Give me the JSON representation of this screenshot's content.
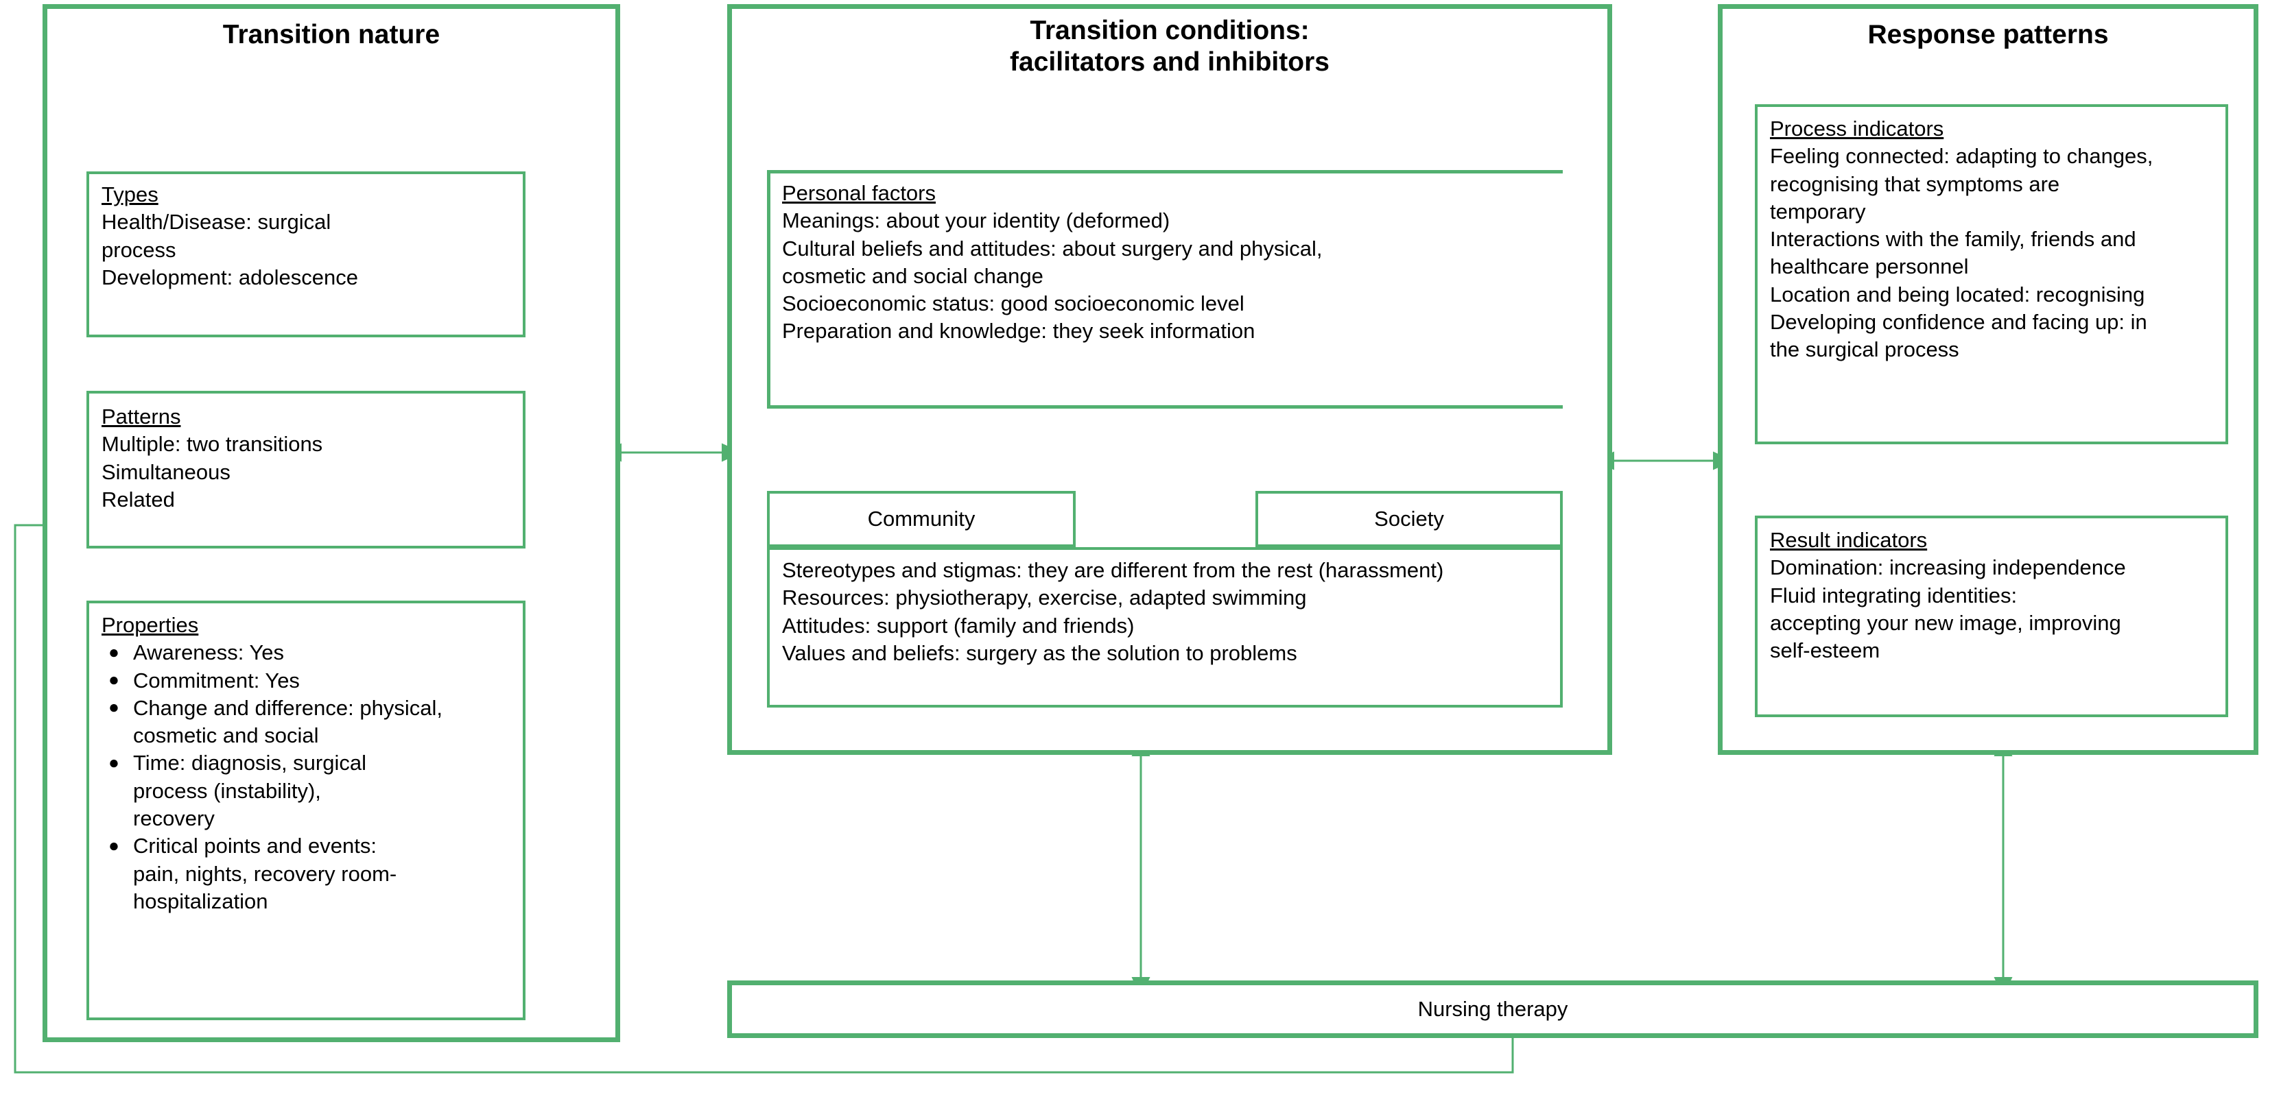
{
  "theme": {
    "accent": "#52b070",
    "text": "#000000",
    "background": "#ffffff"
  },
  "panels": {
    "left": {
      "title": "Transition nature",
      "boxes": [
        {
          "name": "types",
          "heading": "Types",
          "lines": [
            "Health/Disease: surgical",
            "process",
            "Development: adolescence"
          ]
        },
        {
          "name": "patterns",
          "heading": "Patterns",
          "lines": [
            "Multiple: two transitions",
            "Simultaneous",
            "Related"
          ]
        },
        {
          "name": "properties",
          "heading": "Properties",
          "bullets": [
            [
              "Awareness: Yes"
            ],
            [
              "Commitment: Yes"
            ],
            [
              "Change and difference: physical,",
              "cosmetic and social"
            ],
            [
              "Time: diagnosis, surgical",
              "process (instability),",
              "recovery"
            ],
            [
              "Critical points and events:",
              "pain, nights, recovery room-",
              "hospitalization"
            ]
          ]
        }
      ]
    },
    "middle": {
      "title_line1": "Transition conditions:",
      "title_line2": "facilitators and inhibitors",
      "boxes": [
        {
          "name": "personal-factors",
          "heading": "Personal factors",
          "lines": [
            "Meanings: about your identity (deformed)",
            "Cultural beliefs and attitudes: about surgery and physical,",
            "cosmetic and social change",
            "Socioeconomic status: good socioeconomic level",
            "Preparation and knowledge: they seek information"
          ]
        },
        {
          "name": "community",
          "label": "Community"
        },
        {
          "name": "society",
          "label": "Society"
        },
        {
          "name": "community-society-detail",
          "lines": [
            "Stereotypes and stigmas: they are different from the rest (harassment)",
            "Resources: physiotherapy, exercise, adapted swimming",
            "Attitudes: support (family and friends)",
            "Values and beliefs: surgery as the solution to problems"
          ]
        }
      ]
    },
    "right": {
      "title": "Response patterns",
      "boxes": [
        {
          "name": "process-indicators",
          "heading": "Process indicators",
          "lines": [
            "Feeling connected: adapting to changes,",
            "recognising that symptoms are",
            "temporary",
            "Interactions with the family, friends and",
            "healthcare personnel",
            "Location and being located: recognising",
            "Developing confidence and facing up: in",
            "the surgical process"
          ]
        },
        {
          "name": "result-indicators",
          "heading": "Result indicators",
          "lines": [
            "Domination: increasing independence",
            "Fluid integrating identities:",
            "accepting your new image, improving",
            "self-esteem"
          ]
        }
      ]
    }
  },
  "footer": {
    "label": "Nursing therapy"
  },
  "chart_data": {
    "type": "diagram",
    "title": "Transitions theory model applied to adolescent surgical process",
    "nodes": [
      "Transition nature",
      "Types",
      "Patterns",
      "Properties",
      "Transition conditions: facilitators and inhibitors",
      "Personal factors",
      "Community",
      "Society",
      "Response patterns",
      "Process indicators",
      "Result indicators",
      "Nursing therapy"
    ],
    "edges": [
      {
        "from": "Transition nature",
        "to": "Transition conditions: facilitators and inhibitors",
        "type": "double"
      },
      {
        "from": "Transition conditions: facilitators and inhibitors",
        "to": "Response patterns",
        "type": "double"
      },
      {
        "from": "Personal factors",
        "to": "Community",
        "type": "double"
      },
      {
        "from": "Personal factors",
        "to": "Society",
        "type": "double"
      },
      {
        "from": "Community",
        "to": "Society",
        "type": "double"
      },
      {
        "from": "Process indicators",
        "to": "Result indicators",
        "type": "double"
      },
      {
        "from": "Transition conditions: facilitators and inhibitors",
        "to": "Nursing therapy",
        "type": "double"
      },
      {
        "from": "Response patterns",
        "to": "Nursing therapy",
        "type": "double"
      },
      {
        "from": "Nursing therapy",
        "to": "Transition nature",
        "type": "single"
      }
    ]
  }
}
